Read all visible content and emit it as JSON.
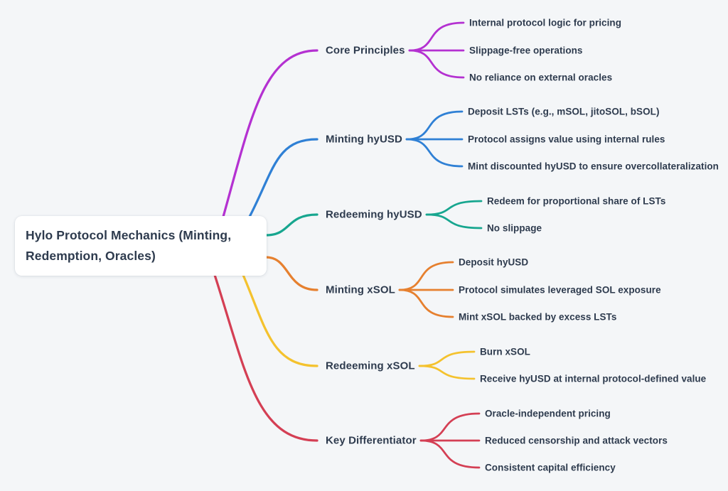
{
  "canvas": {
    "background_color": "#f4f6f8",
    "text_color": "#2e3b4e",
    "node_background_color": "#ffffff"
  },
  "root": {
    "label": "Hylo Protocol Mechanics (Minting, Redemption, Oracles)"
  },
  "branches": [
    {
      "label": "Core Principles",
      "color": "#b431d1",
      "children": [
        "Internal protocol logic for pricing",
        "Slippage-free operations",
        "No reliance on external oracles"
      ]
    },
    {
      "label": "Minting hyUSD",
      "color": "#2f80d5",
      "children": [
        "Deposit LSTs (e.g., mSOL, jitoSOL, bSOL)",
        "Protocol assigns value using internal rules",
        "Mint discounted hyUSD to ensure overcollateralization"
      ]
    },
    {
      "label": "Redeeming hyUSD",
      "color": "#17a68f",
      "children": [
        "Redeem for proportional share of LSTs",
        "No slippage"
      ]
    },
    {
      "label": "Minting xSOL",
      "color": "#e6802f",
      "children": [
        "Deposit hyUSD",
        "Protocol simulates leveraged SOL exposure",
        "Mint xSOL backed by excess LSTs"
      ]
    },
    {
      "label": "Redeeming xSOL",
      "color": "#f4c22e",
      "children": [
        "Burn xSOL",
        "Receive hyUSD at internal protocol-defined value"
      ]
    },
    {
      "label": "Key Differentiator",
      "color": "#d43f54",
      "children": [
        "Oracle-independent pricing",
        "Reduced censorship and attack vectors",
        "Consistent capital efficiency"
      ]
    }
  ]
}
